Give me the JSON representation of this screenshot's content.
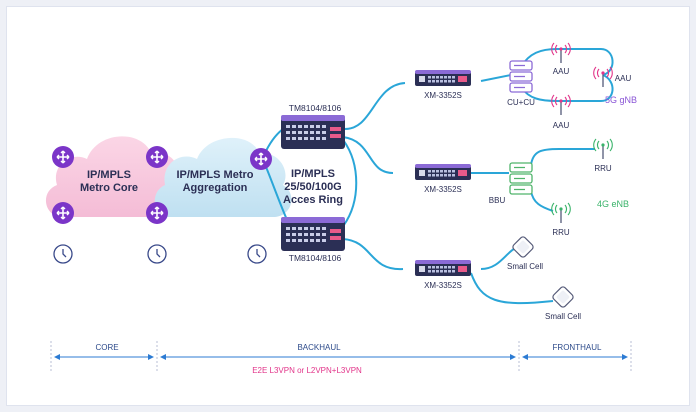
{
  "clouds": {
    "core": {
      "line1": "IP/MPLS",
      "line2": "Metro Core"
    },
    "aggregation": {
      "line1": "IP/MPLS Metro",
      "line2": "Aggregation"
    }
  },
  "ring": {
    "line1": "IP/MPLS",
    "line2": "25/50/100G",
    "line3": "Acces Ring"
  },
  "routers": {
    "top": "TM8104/8106",
    "bottom": "TM8104/8106"
  },
  "switches": {
    "top": "XM-3352S",
    "mid": "XM-3352S",
    "bottom": "XM-3352S"
  },
  "sites": {
    "cucu": "CU+CU",
    "aau_top": "AAU",
    "aau_right": "AAU",
    "aau_bottom": "AAU",
    "gnb": "5G gNB",
    "bbu": "BBU",
    "rru_top": "RRU",
    "rru_bottom": "RRU",
    "enb": "4G eNB",
    "small_cell_1": "Small Cell",
    "small_cell_2": "Small Cell"
  },
  "segments": {
    "core": "CORE",
    "backhaul": "BACKHAUL",
    "fronthaul": "FRONTHAUL"
  },
  "vpn_note": "E2E L3VPN or L2VPN+L3VPN",
  "colors": {
    "link": "#2aa6d8",
    "router_purple": "#7b35c8",
    "core_cloud": "#f6c9de",
    "agg_cloud": "#cfe8f5",
    "gnb_text": "#8a55d6",
    "enb_text": "#3ab36a",
    "bbu_green": "#4fb46a",
    "vpn_text": "#e2358a",
    "segment_line": "#2c7bd3"
  },
  "icons": [
    "router-icon",
    "clock-icon",
    "switch-icon",
    "server-icon",
    "antenna-icon",
    "small-cell-icon"
  ]
}
